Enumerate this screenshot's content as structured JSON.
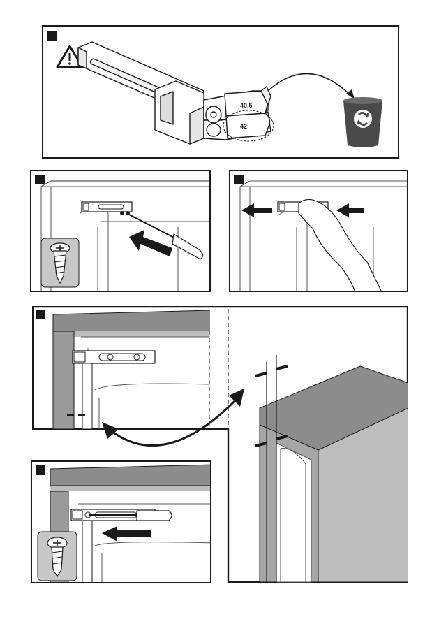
{
  "diagram": {
    "panels": [
      {
        "id": "panel-1",
        "marker": "step-marker",
        "content": "hinge-bracket-detail"
      },
      {
        "id": "panel-2",
        "marker": "step-marker",
        "content": "screwdriver-remove-screws"
      },
      {
        "id": "panel-3",
        "marker": "step-marker",
        "content": "slide-bracket-adjust"
      },
      {
        "id": "panel-4",
        "marker": "step-marker",
        "content": "measure-gap"
      },
      {
        "id": "panel-5",
        "marker": "step-marker",
        "content": "fasten-screw"
      }
    ],
    "bracket_labels": {
      "upper": "40,5",
      "lower": "42"
    },
    "icons": [
      "warning-triangle-icon",
      "recycle-bin-icon",
      "screw-icon"
    ],
    "colors": {
      "stroke": "#1a1a1a",
      "cabinet_gray": "#8c8c8c",
      "bin": "#4a4a4a"
    }
  }
}
